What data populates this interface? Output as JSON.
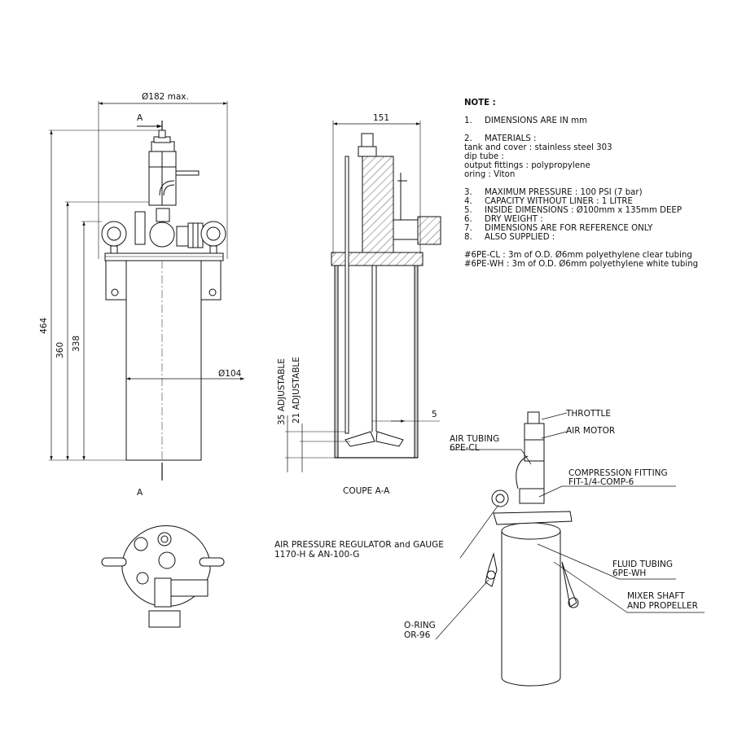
{
  "dimensions": {
    "outer_diameter": "Ø182 max.",
    "cover_width": "151",
    "inner_diameter": "Ø104",
    "height_total": "464",
    "height_360": "360",
    "height_338": "338",
    "adj_35": "35 ADJUSTABLE",
    "adj_21": "21 ADJUSTABLE",
    "offset_5": "5"
  },
  "section_marks": {
    "top": "A",
    "bottom": "A"
  },
  "section_caption": "COUPE A-A",
  "notes": {
    "heading": "NOTE :",
    "item1": {
      "num": "1.",
      "text": "DIMENSIONS ARE IN mm"
    },
    "item2": {
      "num": "2.",
      "text": "MATERIALS :"
    },
    "materials": [
      "tank and cover : stainless steel 303",
      "dip tube :",
      "output fittings : polypropylene",
      "oring : Viton"
    ],
    "list": [
      {
        "num": "3.",
        "text": "MAXIMUM PRESSURE : 100 PSI (7 bar)"
      },
      {
        "num": "4.",
        "text": "CAPACITY WITHOUT LINER : 1 LITRE"
      },
      {
        "num": "5.",
        "text": "INSIDE DIMENSIONS : Ø100mm x 135mm DEEP"
      },
      {
        "num": "6.",
        "text": "DRY WEIGHT :"
      },
      {
        "num": "7.",
        "text": "DIMENSIONS ARE FOR REFERENCE ONLY"
      },
      {
        "num": "8.",
        "text": "ALSO SUPPLIED :"
      }
    ],
    "supplied": [
      "#6PE-CL : 3m of O.D. Ø6mm polyethylene clear tubing",
      "#6PE-WH : 3m of O.D. Ø6mm polyethylene white tubing"
    ]
  },
  "callouts": {
    "throttle": "THROTTLE",
    "air_motor": "AIR MOTOR",
    "air_tubing_1": "AIR TUBING",
    "air_tubing_2": "6PE-CL",
    "compression_1": "COMPRESSION FITTING",
    "compression_2": "FIT-1/4-COMP-6",
    "regulator_1": "AIR PRESSURE REGULATOR and GAUGE",
    "regulator_2": "1170-H  &  AN-100-G",
    "fluid_1": "FLUID TUBING",
    "fluid_2": "6PE-WH",
    "mixer_1": "MIXER SHAFT",
    "mixer_2": "AND PROPELLER",
    "oring_1": "O-RING",
    "oring_2": "OR-96"
  }
}
